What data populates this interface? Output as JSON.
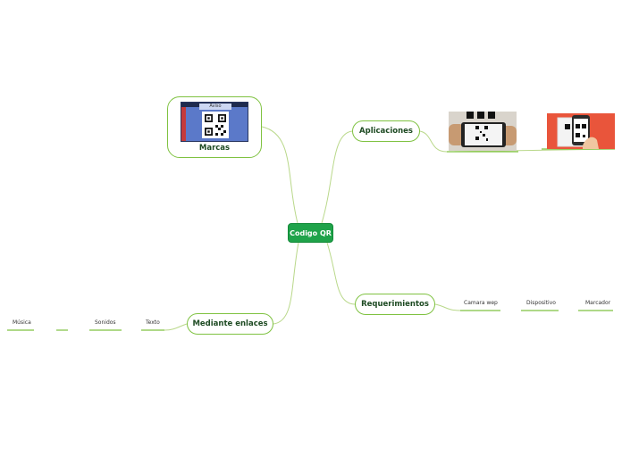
{
  "central": "Codigo QR",
  "branches": {
    "marcas": {
      "label": "Marcas",
      "image_title": "Aviso"
    },
    "aplicaciones": {
      "label": "Aplicaciones"
    },
    "requerimientos": {
      "label": "Requerimientos",
      "items": [
        "Camara wep",
        "Dispositivo",
        "Marcador"
      ]
    },
    "mediante_enlaces": {
      "label": "Mediante enlaces",
      "items": [
        "Música",
        "Sonidos",
        "Texto"
      ]
    }
  },
  "colors": {
    "central": "#1fa34a",
    "branch_border": "#7fc241",
    "connector": "#b9d88a",
    "accent_red": "#e9553b"
  }
}
